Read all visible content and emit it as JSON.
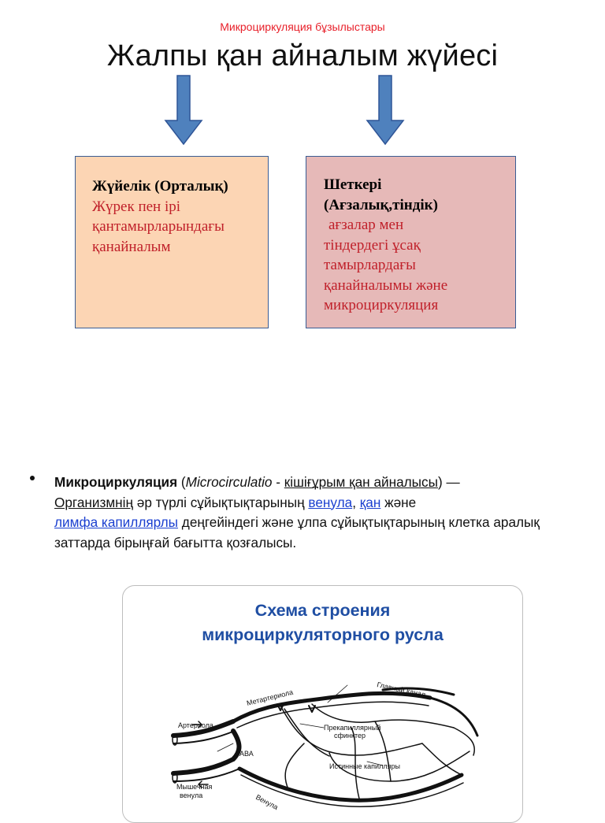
{
  "header": {
    "top_label": "Микроциркуляция бұзылыстары",
    "title": "Жалпы қан айналым жүйесі"
  },
  "colors": {
    "top_label": "#e8202a",
    "arrow_fill": "#4f81bd",
    "arrow_stroke": "#2f5597",
    "left_box_bg": "#fcd5b4",
    "right_box_bg": "#e6b9b8",
    "box_border": "#3a5d94",
    "box_text": "#c0202a",
    "link": "#1a3fd0",
    "diagram_title": "#1f4ea3"
  },
  "boxes": {
    "left": {
      "heading": "Жүйелік (Орталық)",
      "lines": [
        "Жүрек пен ірі",
        "қантамырларындағы",
        "қанайналым"
      ]
    },
    "right": {
      "heading_lines": [
        "Шеткері",
        "(Ағзалық,тіндік)"
      ],
      "lines": [
        "ағзалар мен",
        "тіндердегі ұсақ",
        "тамырлардағы",
        "қанайналымы және",
        "микроциркуляция"
      ]
    }
  },
  "paragraph": {
    "term": "Микроциркуляция",
    "open_paren": " (",
    "latin": "Microcirculatio",
    "dash": " - ",
    "translation": "кішіғұрым қан айналысы",
    "close": ") —",
    "organism": "Организмнің",
    "part1": " әр түрлі сұйықтықтарының ",
    "link_venula": "венула",
    "comma": ", ",
    "link_blood": "қан",
    "and": " және",
    "link_lymph": "лимфа капиллярлы",
    "part2": " деңгейіндегі және ұлпа сұйықтықтарының клетка аралық заттарда бірыңғай бағытта қозғалысы."
  },
  "diagram": {
    "title_line1": "Схема строения",
    "title_line2": "микроциркуляторного русла",
    "labels": {
      "main_channel": "Главный канал",
      "metarteriole": "Метартериола",
      "arteriole": "Артериола",
      "precapillary_1": "Прекапиллярный",
      "precapillary_2": "сфинктер",
      "ava": "АВА",
      "true_capillaries": "Истинные капилляры",
      "muscular_venule_1": "Мышечная",
      "muscular_venule_2": "венула",
      "venule": "Венула"
    }
  }
}
